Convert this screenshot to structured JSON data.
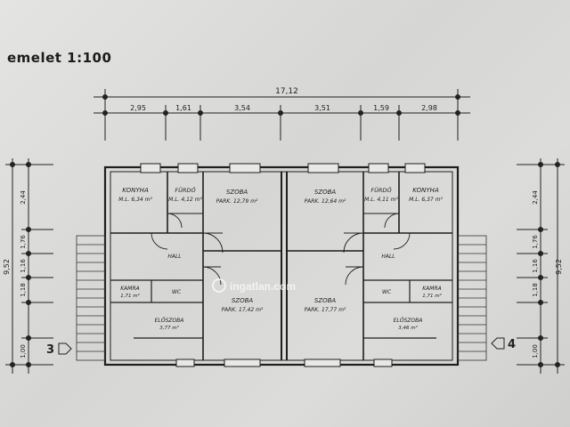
{
  "title": "emelet 1:100",
  "dimensions": {
    "total_width": "17,12",
    "top_segments": [
      "2,95",
      "1,61",
      "3,54",
      "3,51",
      "1,59",
      "2,98"
    ],
    "left_total": "9,52",
    "left_segments": [
      "2,44",
      "1,76",
      "1,16",
      "1,18",
      "1,00"
    ],
    "right_total": "9,52",
    "right_segments": [
      "2,44",
      "1,76",
      "1,16",
      "1,18",
      "1,00"
    ]
  },
  "rooms": [
    {
      "name": "KONYHA",
      "area": "M.L. 6,34 m²"
    },
    {
      "name": "FÜRDŐ",
      "area": "M.L. 4,12 m²"
    },
    {
      "name": "SZOBA",
      "area": "PARK. 12,79 m²"
    },
    {
      "name": "SZOBA",
      "area": "PARK. 12,64 m²"
    },
    {
      "name": "FÜRDŐ",
      "area": "M.L. 4,11 m²"
    },
    {
      "name": "KONYHA",
      "area": "M.L. 6,37 m²"
    },
    {
      "name": "SZOBA",
      "area": "PARK. 17,42 m²"
    },
    {
      "name": "SZOBA",
      "area": "PARK. 17,77 m²"
    },
    {
      "name": "KAMRA",
      "area": "1,71 m²"
    },
    {
      "name": "KAMRA",
      "area": "1,71 m²"
    },
    {
      "name": "WC",
      "area": ""
    },
    {
      "name": "WC",
      "area": ""
    },
    {
      "name": "ELŐSZOBA",
      "area": "3,77 m²"
    },
    {
      "name": "ELŐSZOBA",
      "area": "3,46 m²"
    },
    {
      "name": "HALL",
      "area": ""
    },
    {
      "name": "HALL",
      "area": ""
    }
  ],
  "section_markers": [
    "3",
    "4"
  ],
  "watermark": "ingatlan.com"
}
